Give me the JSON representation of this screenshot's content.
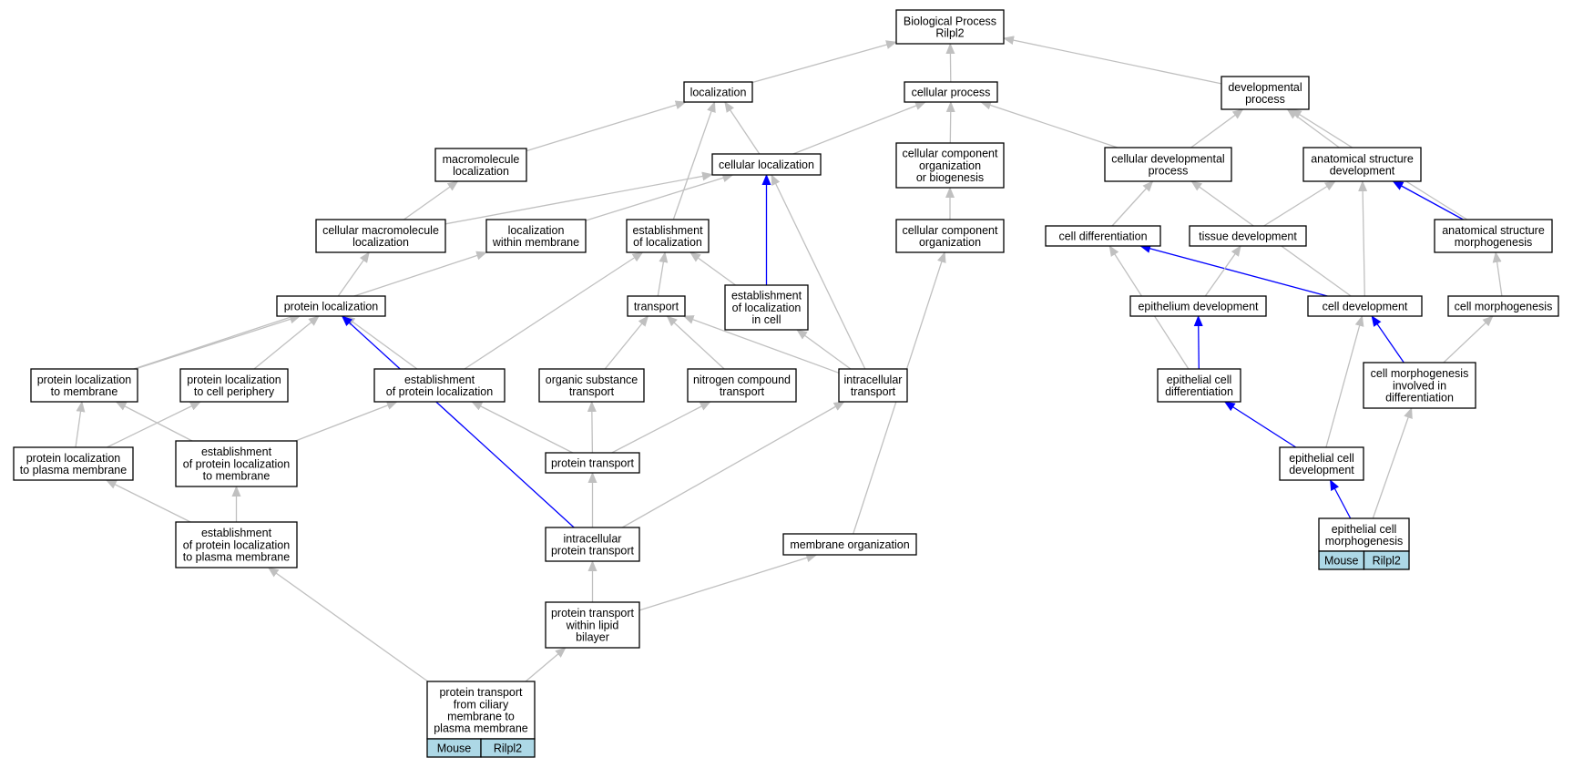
{
  "diagram": {
    "colors": {
      "edge_default": "#c0c0c0",
      "edge_highlight": "#0000ff",
      "tag_fill": "#add8e6"
    },
    "nodes": {
      "bp": [
        "Biological Process",
        "Rilpl2"
      ],
      "localization": [
        "localization"
      ],
      "cellular_process": [
        "cellular process"
      ],
      "developmental_process": [
        "developmental",
        "process"
      ],
      "macromolecule_localization": [
        "macromolecule",
        "localization"
      ],
      "cellular_localization": [
        "cellular localization"
      ],
      "ccob": [
        "cellular component",
        "organization",
        "or biogenesis"
      ],
      "cellular_developmental_process": [
        "cellular developmental",
        "process"
      ],
      "anatomical_structure_development": [
        "anatomical structure",
        "development"
      ],
      "cellular_macromolecule_localization": [
        "cellular macromolecule",
        "localization"
      ],
      "localization_within_membrane": [
        "localization",
        "within membrane"
      ],
      "establishment_of_localization": [
        "establishment",
        "of localization"
      ],
      "cellular_component_organization": [
        "cellular component",
        "organization"
      ],
      "cell_differentiation": [
        "cell differentiation"
      ],
      "tissue_development": [
        "tissue development"
      ],
      "anatomical_structure_morphogenesis": [
        "anatomical structure",
        "morphogenesis"
      ],
      "protein_localization": [
        "protein localization"
      ],
      "transport": [
        "transport"
      ],
      "establishment_of_localization_in_cell": [
        "establishment",
        "of localization",
        "in cell"
      ],
      "epithelium_development": [
        "epithelium development"
      ],
      "cell_development": [
        "cell development"
      ],
      "cell_morphogenesis": [
        "cell morphogenesis"
      ],
      "protein_localization_to_membrane": [
        "protein localization",
        "to membrane"
      ],
      "protein_localization_to_cell_periphery": [
        "protein localization",
        "to cell periphery"
      ],
      "establishment_of_protein_localization": [
        "establishment",
        "of protein localization"
      ],
      "organic_substance_transport": [
        "organic substance",
        "transport"
      ],
      "nitrogen_compound_transport": [
        "nitrogen compound",
        "transport"
      ],
      "intracellular_transport": [
        "intracellular",
        "transport"
      ],
      "epithelial_cell_differentiation": [
        "epithelial cell",
        "differentiation"
      ],
      "cell_morphogenesis_involved_in_differentiation": [
        "cell morphogenesis",
        "involved in",
        "differentiation"
      ],
      "protein_localization_to_plasma_membrane": [
        "protein localization",
        "to plasma membrane"
      ],
      "establishment_of_protein_localization_to_membrane": [
        "establishment",
        "of protein localization",
        "to membrane"
      ],
      "protein_transport": [
        "protein transport"
      ],
      "epithelial_cell_development": [
        "epithelial cell",
        "development"
      ],
      "establishment_of_protein_localization_to_plasma_membrane": [
        "establishment",
        "of protein localization",
        "to plasma membrane"
      ],
      "intracellular_protein_transport": [
        "intracellular",
        "protein transport"
      ],
      "membrane_organization": [
        "membrane organization"
      ],
      "epithelial_cell_morphogenesis": [
        "epithelial cell",
        "morphogenesis"
      ],
      "protein_transport_within_lipid_bilayer": [
        "protein transport",
        "within lipid",
        "bilayer"
      ],
      "protein_transport_from_ciliary_membrane": [
        "protein transport",
        "from ciliary",
        "membrane to",
        "plasma membrane"
      ]
    },
    "tags": {
      "epithelial_cell_morphogenesis": [
        "Mouse",
        "Rilpl2"
      ],
      "protein_transport_from_ciliary_membrane": [
        "Mouse",
        "Rilpl2"
      ]
    }
  }
}
